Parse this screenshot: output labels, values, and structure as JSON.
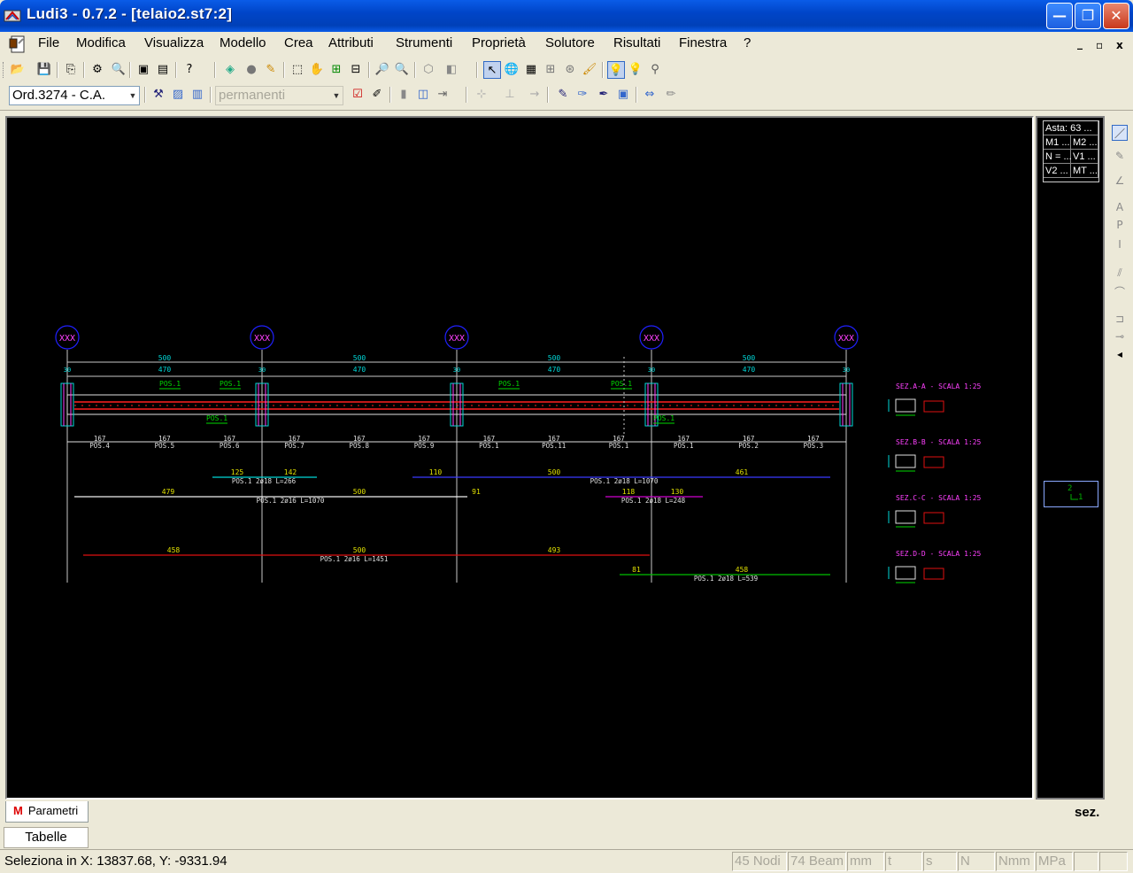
{
  "window": {
    "title": "Ludi3 - 0.7.2 - [telaio2.st7:2]",
    "min_glyph": "—",
    "max_glyph": "❐",
    "close_glyph": "✕"
  },
  "menu": {
    "items": [
      "File",
      "Modifica",
      "Visualizza",
      "Modello",
      "Crea",
      "Attributi",
      "Strumenti",
      "Proprietà",
      "Solutore",
      "Risultati",
      "Finestra",
      "?"
    ],
    "mdi_min": "_",
    "mdi_restore": "▫",
    "mdi_close": "x"
  },
  "toolbar2": {
    "norma": "Ord.3274 - C.A.",
    "carichi": "permanenti"
  },
  "info_panel": {
    "r1": [
      "Asta: 63 ..."
    ],
    "r2": [
      "M1 ...",
      "M2 ..."
    ],
    "r3": [
      "N = ...",
      "V1 ..."
    ],
    "r4": [
      "V2 ...",
      "MT ..."
    ]
  },
  "node_preview": {
    "label_top": "2",
    "label_side": "1"
  },
  "tabs": {
    "parametri": "Parametri",
    "parametri_mark": "M",
    "sez": "sez.",
    "tabelle": "Tabelle"
  },
  "status": {
    "coords": "Seleziona in X: 13837.68, Y: -9331.94",
    "panes": [
      "45 Nodi",
      "74 Beam",
      "mm",
      "t",
      "s",
      "N",
      "Nmm",
      "MPa",
      "",
      ""
    ]
  },
  "drawing": {
    "axis_label": "XXX",
    "span_total": "500",
    "span_clear": "470",
    "support": "30",
    "segment_dim": "167",
    "segment_labels": [
      "POS.4",
      "POS.5",
      "POS.6",
      "POS.7",
      "POS.8",
      "POS.9",
      "POS.1",
      "POS.11",
      "POS.1",
      "POS.1",
      "POS.2",
      "POS.3"
    ],
    "pos_tags": [
      "POS.1",
      "POS.1",
      "POS.1",
      "POS.1",
      "POS.1",
      "POS.1"
    ],
    "bars": [
      {
        "color": "#00D8D8",
        "dims": [
          "125",
          "142"
        ],
        "label": "POS.1  2ø18  L=266"
      },
      {
        "color": "#3A3AFF",
        "dims": [
          "110",
          "500",
          "461"
        ],
        "label": "POS.1  2ø18  L=1070"
      },
      {
        "color": "#F0F0F0",
        "dims": [
          "479",
          "500",
          "91"
        ],
        "label": "POS.1  2ø16  L=1070"
      },
      {
        "color": "#D000D0",
        "dims": [
          "118",
          "130"
        ],
        "label": "POS.1  2ø18  L=248"
      },
      {
        "color": "#E01010",
        "dims": [
          "458",
          "500",
          "493"
        ],
        "label": "POS.1  2ø16  L=1451"
      },
      {
        "color": "#00C000",
        "dims": [
          "81",
          "458"
        ],
        "label": "POS.1  2ø18  L=539"
      }
    ],
    "sections": [
      "SEZ.A-A - SCALA 1:25",
      "SEZ.B-B - SCALA 1:25",
      "SEZ.C-C - SCALA 1:25",
      "SEZ.D-D - SCALA 1:25"
    ]
  }
}
